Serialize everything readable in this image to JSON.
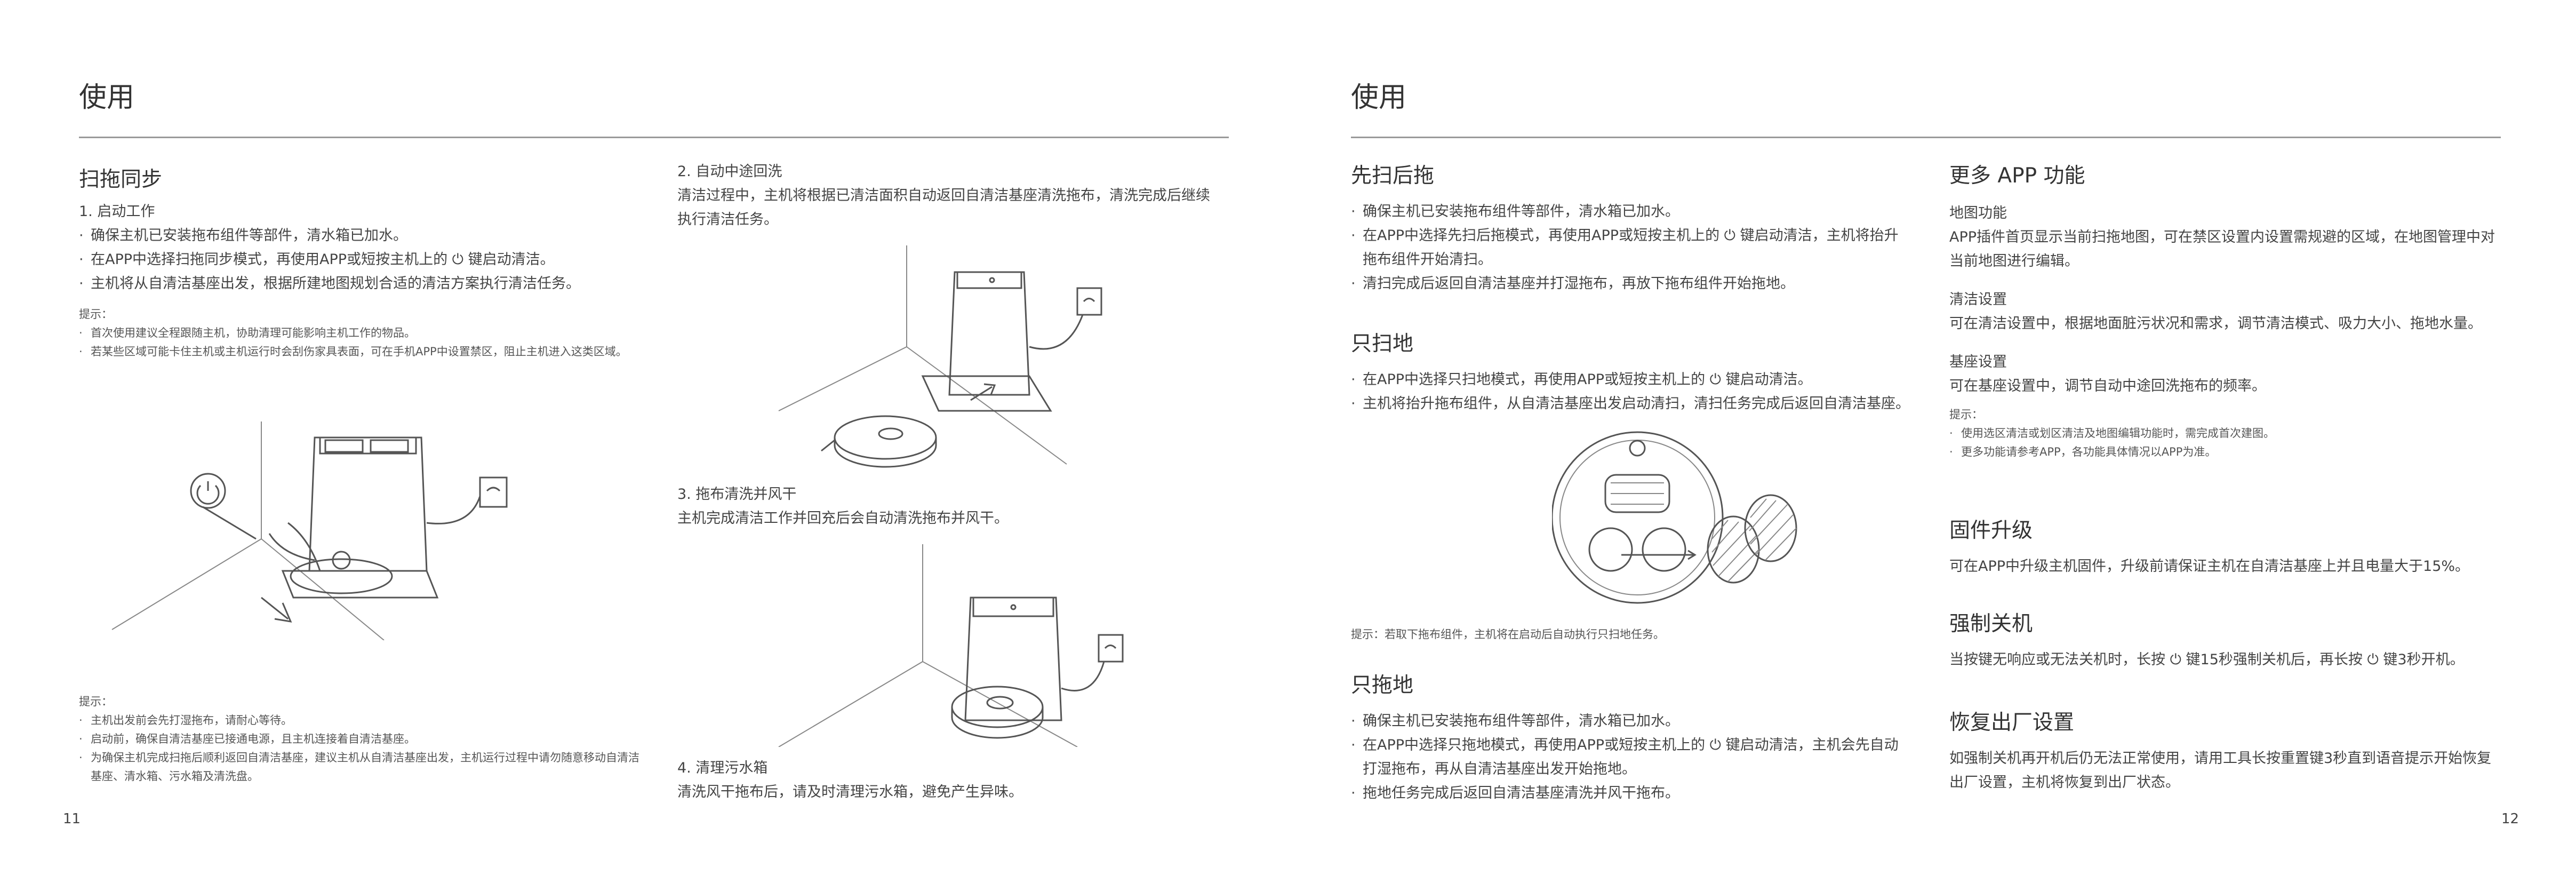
{
  "left_page": {
    "title": "使用",
    "section": {
      "heading": "扫拖同步",
      "step1": {
        "title": "1. 启动工作",
        "items": [
          "确保主机已安装拖布组件等部件，清水箱已加水。",
          "在APP中选择扫拖同步模式，再使用APP或短按主机上的 ⏻ 键启动清洁。",
          "主机将从自清洁基座出发，根据所建地图规划合适的清洁方案执行清洁任务。"
        ],
        "tip_label": "提示：",
        "tips": [
          "首次使用建议全程跟随主机，协助清理可能影响主机工作的物品。",
          "若某些区域可能卡住主机或主机运行时会刮伤家具表面，可在手机APP中设置禁区，阻止主机进入这类区域。"
        ]
      },
      "bottom_tip_label": "提示：",
      "bottom_tips": [
        "主机出发前会先打湿拖布，请耐心等待。",
        "启动前，确保自清洁基座已接通电源，且主机连接着自清洁基座。",
        "为确保主机完成扫拖后顺利返回自清洁基座，建议主机从自清洁基座出发，主机运行过程中请勿随意移动自清洁基座、清水箱、污水箱及清洗盘。"
      ]
    },
    "step2": {
      "title": "2. 自动中途回洗",
      "text": "清洁过程中，主机将根据已清洁面积自动返回自清洁基座清洗拖布，清洗完成后继续执行清洁任务。"
    },
    "step3": {
      "title": "3. 拖布清洗并风干",
      "text": "主机完成清洁工作并回充后会自动清洗拖布并风干。"
    },
    "step4": {
      "title": "4. 清理污水箱",
      "text": "清洗风干拖布后，请及时清理污水箱，避免产生异味。"
    },
    "page_number": "11"
  },
  "right_page": {
    "title": "使用",
    "sweep_then_mop": {
      "heading": "先扫后拖",
      "items": [
        "确保主机已安装拖布组件等部件，清水箱已加水。",
        "在APP中选择先扫后拖模式，再使用APP或短按主机上的 ⏻ 键启动清洁，主机将抬升拖布组件开始清扫。",
        "清扫完成后返回自清洁基座并打湿拖布，再放下拖布组件开始拖地。"
      ]
    },
    "sweep_only": {
      "heading": "只扫地",
      "items": [
        "在APP中选择只扫地模式，再使用APP或短按主机上的 ⏻ 键启动清洁。",
        "主机将抬升拖布组件，从自清洁基座出发启动清扫，清扫任务完成后返回自清洁基座。"
      ],
      "tip": "提示：若取下拖布组件，主机将在启动后自动执行只扫地任务。"
    },
    "mop_only": {
      "heading": "只拖地",
      "items": [
        "确保主机已安装拖布组件等部件，清水箱已加水。",
        "在APP中选择只拖地模式，再使用APP或短按主机上的 ⏻ 键启动清洁，主机会先自动打湿拖布，再从自清洁基座出发开始拖地。",
        "拖地任务完成后返回自清洁基座清洗并风干拖布。"
      ]
    },
    "more_app": {
      "heading": "更多 APP 功能",
      "map_title": "地图功能",
      "map_text": "APP插件首页显示当前扫拖地图，可在禁区设置内设置需规避的区域，在地图管理中对当前地图进行编辑。",
      "clean_title": "清洁设置",
      "clean_text": "可在清洁设置中，根据地面脏污状况和需求，调节清洁模式、吸力大小、拖地水量。",
      "base_title": "基座设置",
      "base_text": "可在基座设置中，调节自动中途回洗拖布的频率。",
      "tip_label": "提示：",
      "tips": [
        "使用选区清洁或划区清洁及地图编辑功能时，需完成首次建图。",
        "更多功能请参考APP，各功能具体情况以APP为准。"
      ]
    },
    "firmware": {
      "heading": "固件升级",
      "text": "可在APP中升级主机固件，升级前请保证主机在自清洁基座上并且电量大于15%。"
    },
    "force_off": {
      "heading": "强制关机",
      "text": "当按键无响应或无法关机时，长按 ⏻ 键15秒强制关机后，再长按 ⏻ 键3秒开机。"
    },
    "reset": {
      "heading": "恢复出厂设置",
      "text": "如强制关机再开机后仍无法正常使用，请用工具长按重置键3秒直到语音提示开始恢复出厂设置，主机将恢复到出厂状态。"
    },
    "page_number": "12"
  }
}
